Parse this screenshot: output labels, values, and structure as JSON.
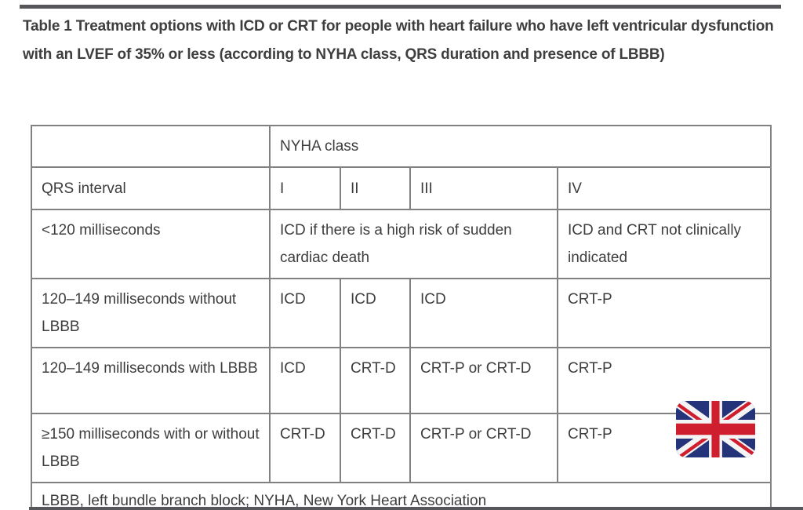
{
  "page": {
    "title": "Table 1 Treatment options with ICD or CRT for people with heart failure who have left ventricular dysfunction with an LVEF of 35% or less (according to NYHA class, QRS duration and presence of LBBB)"
  },
  "table": {
    "column_group_header": "NYHA class",
    "row_header_label": "QRS interval",
    "nyha_classes": [
      "I",
      "II",
      "III",
      "IV"
    ],
    "rows": [
      {
        "label": "<120 milliseconds",
        "span_i_to_iii": "ICD if there is a high risk of sudden cardiac death",
        "iv": "ICD and CRT not clinically indicated"
      },
      {
        "label": "120–149 milliseconds without LBBB",
        "cells": [
          "ICD",
          "ICD",
          "ICD",
          "CRT-P"
        ]
      },
      {
        "label": "120–149 milliseconds with LBBB",
        "cells": [
          "ICD",
          "CRT-D",
          "CRT-P or CRT-D",
          "CRT-P"
        ]
      },
      {
        "label": "≥150 milliseconds with or without LBBB",
        "cells": [
          "CRT-D",
          "CRT-D",
          "CRT-P or CRT-D",
          "CRT-P"
        ]
      }
    ],
    "footnote": "LBBB, left bundle branch block; NYHA, New York Heart Association"
  },
  "icons": {
    "uk_flag": "uk-flag"
  },
  "colors": {
    "text": "#3d3d3d",
    "table_border": "#818181",
    "rule_bar": "#56575b",
    "flag_blue": "#24337a",
    "flag_red": "#cf1f2f",
    "flag_white": "#f4f4f4"
  }
}
